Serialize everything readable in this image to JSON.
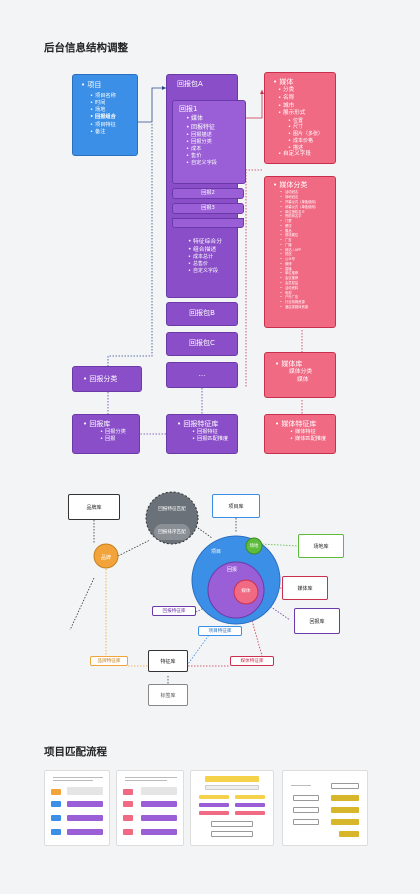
{
  "section1": {
    "title": "后台信息结构调整"
  },
  "section2": {
    "title": "项目匹配流程"
  },
  "project": {
    "title": "项目",
    "items": [
      "项目名称",
      "时间",
      "场地",
      "回报组合",
      "项目特征",
      "备注"
    ],
    "highlight": "回报组合"
  },
  "pkgA": {
    "title": "回报包A"
  },
  "ret1": {
    "title": "回报1",
    "items_top": [
      "媒体",
      "回报特征",
      "回报描述",
      "回报分类",
      "成本",
      "售价",
      "自定义字段"
    ],
    "ret2": "回报2",
    "ret3": "回报3",
    "items_bottom": [
      "特征综合分",
      "组合描述",
      "成本总计",
      "总售价",
      "自定义字段"
    ]
  },
  "pkgB": "回报包B",
  "pkgC": "回报包C",
  "more": "...",
  "media": {
    "title": "媒体",
    "items": [
      "分类",
      "名称",
      "城市",
      "展示形式",
      "自定义字段"
    ],
    "sub_items": [
      "位置",
      "尺寸",
      "图片（多张）",
      "成本价格",
      "描述"
    ]
  },
  "mediaCat": {
    "title": "媒体分类",
    "items": [
      "活动冠名",
      "场地冠名",
      "开幕仪式（单独使用）",
      "闭幕仪式（单独使用）",
      "单位授权名义",
      "赞助商名字",
      "门票",
      "餐饮",
      "赠品",
      "现场展位",
      "广告",
      "广播",
      "网站 / APP",
      "短信",
      "公众号",
      "微博",
      "直播",
      "单位推荐",
      "会议推荐",
      "会员权益",
      "活动资料",
      "电视",
      "户外广告",
      "行业特殊资源",
      "酒店类媒体资源"
    ]
  },
  "retCat": {
    "title": "回报分类"
  },
  "mediaLib": {
    "title": "媒体库",
    "items": [
      "媒体分类",
      "媒体"
    ]
  },
  "retLib": {
    "title": "回报库",
    "items": [
      "回报分类",
      "回报"
    ]
  },
  "retFeatLib": {
    "title": "回报特征库",
    "items": [
      "回报特征",
      "回报匹配推度"
    ]
  },
  "mediaFeatLib": {
    "title": "媒体特征库",
    "items": [
      "媒体特征",
      "媒体匹配推度"
    ]
  },
  "diagram2": {
    "brand_lib": "品牌库",
    "brand": "品牌",
    "ret_feat_match": "回报特征匹配",
    "ret_sort_match": "回报排序匹配",
    "project_lib": "项目库",
    "project": "项目",
    "venue": "场地",
    "venue_lib": "场地库",
    "ret": "回报",
    "media": "媒体",
    "media_lib": "媒体库",
    "ret_lib": "回报库",
    "ret_feature": "回报特征库",
    "project_feature": "项目特征库",
    "brand_feature": "品牌特征库",
    "feature_lib": "特征库",
    "media_feature": "媒体特征库",
    "tag_lib": "标签库"
  },
  "colors": {
    "blue": "#3b8fe6",
    "purple": "#9a5fd6",
    "pink": "#f06a84",
    "orange": "#f2a43a",
    "green": "#5cbc3c",
    "navy": "#2b4a8c"
  }
}
